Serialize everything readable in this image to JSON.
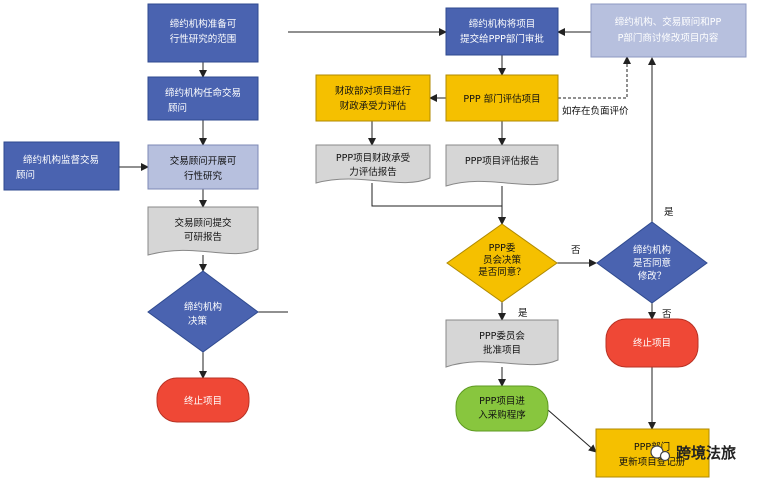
{
  "colors": {
    "blue": "#4a63b0",
    "blue_border": "#2f4a8f",
    "light_blue": "#b7c0de",
    "yellow": "#f5c000",
    "yellow_border": "#b08a00",
    "gray": "#d6d6d6",
    "gray_border": "#888888",
    "red": "#ef4836",
    "green": "#88c63e",
    "line": "#222222"
  },
  "nodes": {
    "n1": "缔约机构准备可行性研究的范围",
    "n2": "缔约机构任命交易顾问",
    "n3": "缔约机构监督交易顾问",
    "n4": "交易顾问开展可行性研究",
    "n5": "交易顾问提交可研报告",
    "n6": "缔约机构决策",
    "n7": "终止项目",
    "n8": "缔约机构将项目提交给PPP部门审批",
    "n9": "缔约机构、交易顾问和PPP部门商讨修改项目内容",
    "n10": "财政部对项目进行财政承受力评估",
    "n11": "PPP 部门评估项目",
    "n12": "PPP项目财政承受力评估报告",
    "n13": "PPP项目评估报告",
    "n14": "PPP委员会决策是否同意？",
    "n15": "缔约机构是否同意修改？",
    "n16": "PPP委员会批准项目",
    "n17": "终止项目",
    "n18": "PPP项目进入采购程序",
    "n19": "PPP部门更新项目登记册"
  },
  "edge_labels": {
    "negative": "如存在负面评价",
    "no1": "否",
    "yes1": "是",
    "yes2": "是",
    "no2": "否"
  },
  "watermark": "跨境法旅"
}
